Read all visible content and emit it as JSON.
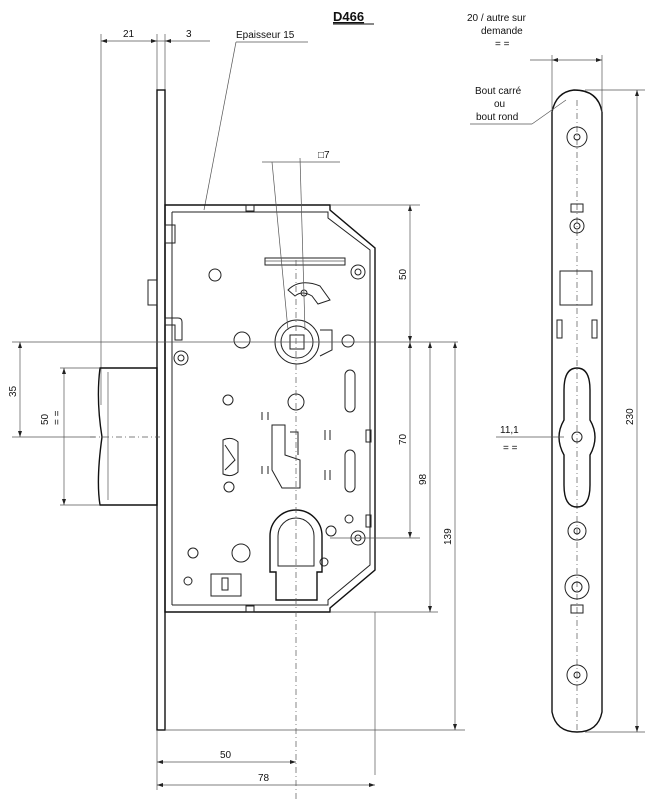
{
  "title": "D466",
  "thickness_label": "Epaisseur 15",
  "square_label": "□7",
  "faceplate_note": {
    "line1": "20 / autre sur",
    "line2": "demande",
    "line3": "= ="
  },
  "end_note": {
    "line1": "Bout carré",
    "line2": "ou",
    "line3": "bout rond"
  },
  "dimensions": {
    "d21": "21",
    "d3": "3",
    "d50_top": "50",
    "d35": "35",
    "d50_bolt": "50",
    "d50_bolt_eq": "= =",
    "d70": "70",
    "d98": "98",
    "d139": "139",
    "d50_bottom": "50",
    "d78": "78",
    "d11_1": "11,1",
    "d11_1_eq": "= =",
    "d230": "230"
  }
}
